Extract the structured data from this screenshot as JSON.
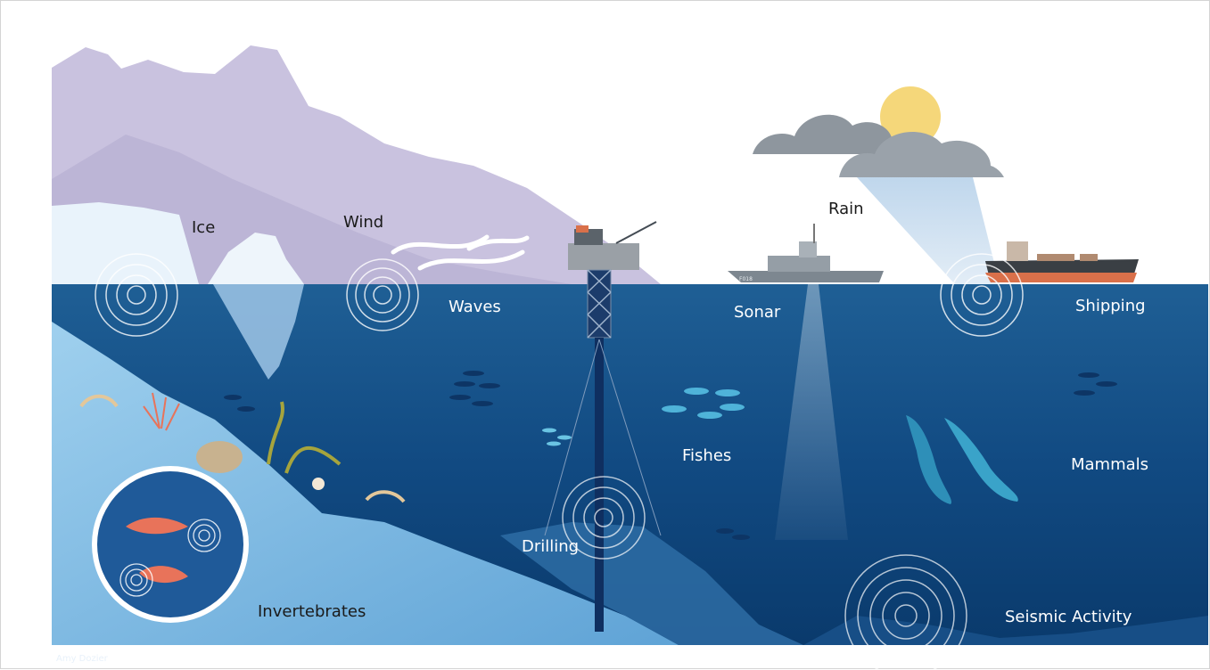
{
  "labels": {
    "ice": "Ice",
    "wind": "Wind",
    "rain": "Rain",
    "waves": "Waves",
    "sonar": "Sonar",
    "shipping": "Shipping",
    "fishes": "Fishes",
    "mammals": "Mammals",
    "drilling": "Drilling",
    "invertebrates": "Invertebrates",
    "seismic_activity": "Seismic Activity"
  },
  "credit": "Amy Dozier",
  "ship_hull_marking": "F018",
  "colors": {
    "sky": "#ffffff",
    "mountain": "#c9c2df",
    "ocean_surface": "#1e5d93",
    "ocean_deep": "#0b3f74",
    "seafloor_light": "#8ec3e6",
    "sun": "#f5d77a",
    "cloud": "#8e969e"
  }
}
